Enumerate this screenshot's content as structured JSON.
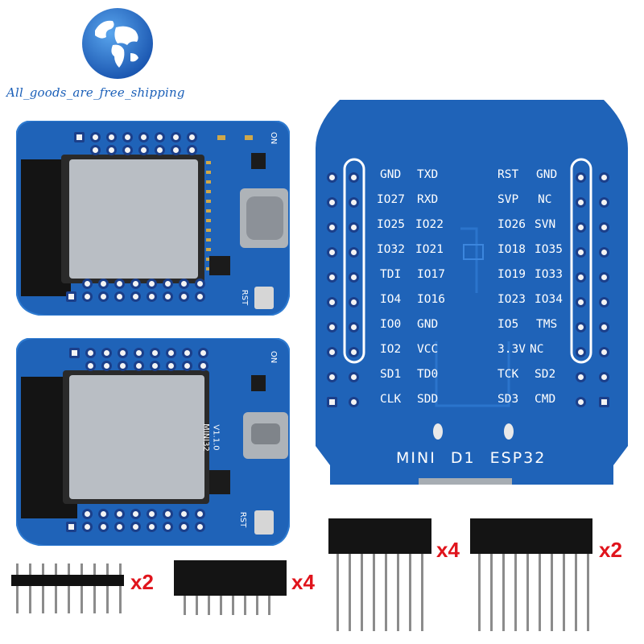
{
  "shop": {
    "name": "All_goods_are_free_shipping",
    "logo_icon": "globe-icon",
    "logo_color": "#1a5fb8"
  },
  "board_main": {
    "title_words": [
      "MINI",
      "D1",
      "ESP32"
    ],
    "left_inner": [
      "GND",
      "IO27",
      "IO25",
      "IO32",
      "TDI",
      "IO4",
      "IO0",
      "IO2",
      "SD1",
      "CLK"
    ],
    "left_outer": [
      "TXD",
      "RXD",
      "IO22",
      "IO21",
      "IO17",
      "IO16",
      "GND",
      "VCC",
      "TD0",
      "SDD"
    ],
    "right_inner": [
      "RST",
      "SVP",
      "IO26",
      "IO18",
      "IO19",
      "IO23",
      "IO5",
      "3.3V",
      "TCK",
      "SD3"
    ],
    "right_outer": [
      "GND",
      "NC",
      "SVN",
      "IO35",
      "IO33",
      "IO34",
      "TMS",
      "NC",
      "SD2",
      "CMD"
    ],
    "pcb_color": "#1f63b8"
  },
  "board_top": {
    "label_on": "ON",
    "label_rst": "RST"
  },
  "board_bottom": {
    "label_on": "ON",
    "label_rst": "RST",
    "model_text": "MINI32",
    "version_text": "V1.1.0"
  },
  "headers": [
    {
      "type": "male-pin-header",
      "qty": "x2"
    },
    {
      "type": "short-female-header",
      "qty": "x4"
    },
    {
      "type": "long-female-header",
      "qty": "x4"
    },
    {
      "type": "long-female-header-wide",
      "qty": "x2"
    }
  ]
}
